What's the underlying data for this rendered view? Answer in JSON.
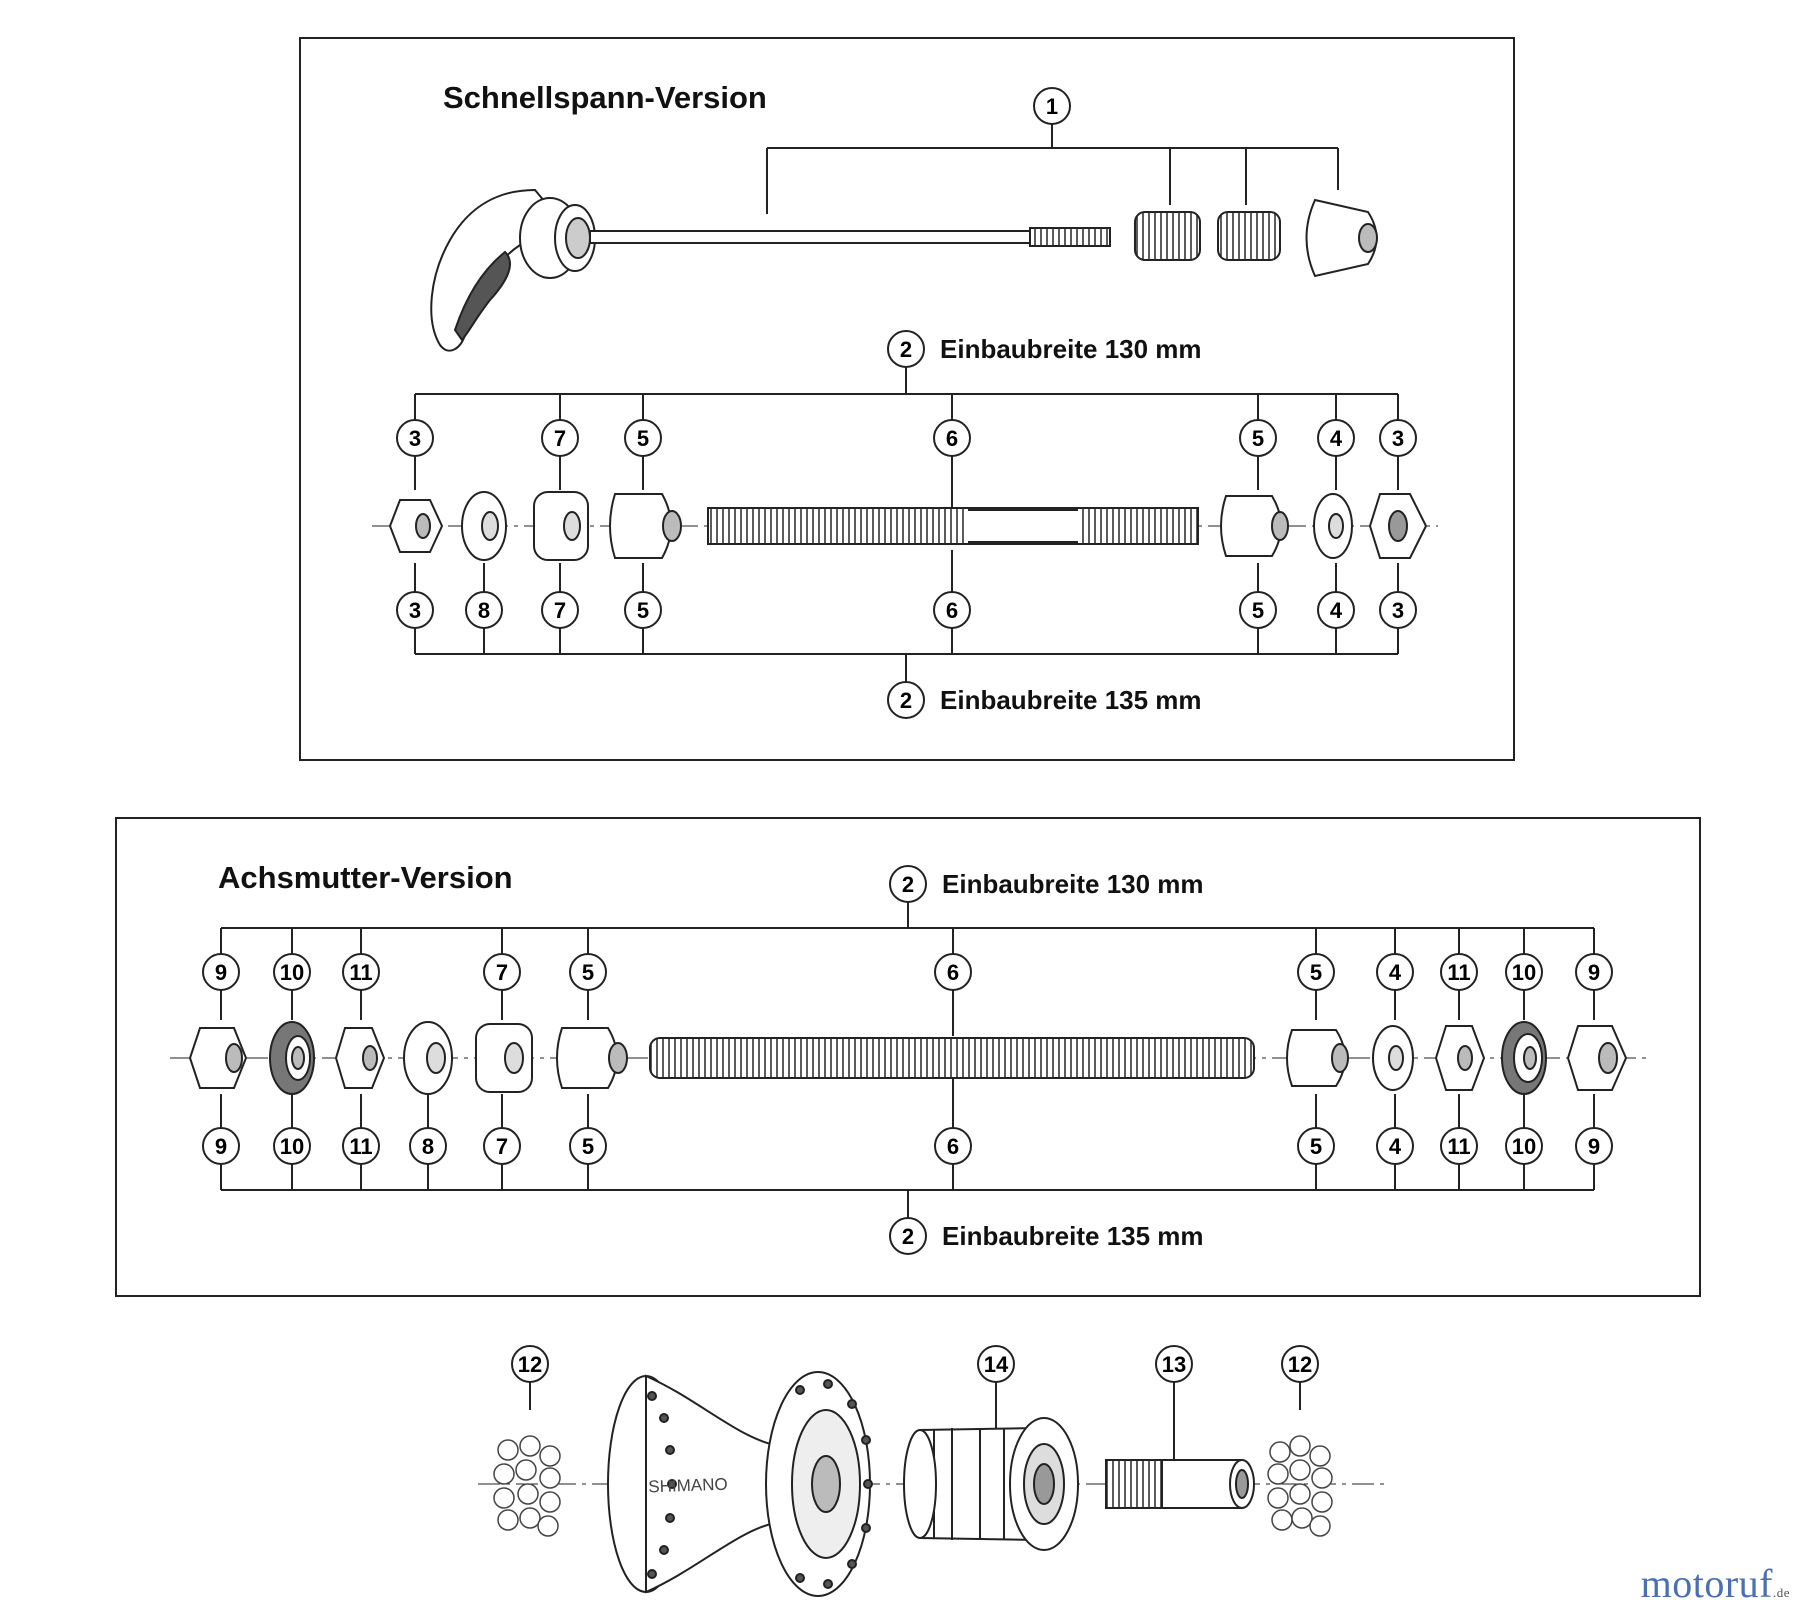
{
  "quick_release": {
    "title": "Schnellspann-Version",
    "callout_1": "1",
    "width_130": {
      "number": "2",
      "text": "Einbaubreite 130 mm"
    },
    "width_135": {
      "number": "2",
      "text": "Einbaubreite 135 mm"
    },
    "top_callouts": [
      "3",
      "7",
      "5",
      "6",
      "5",
      "4",
      "3"
    ],
    "bottom_callouts": [
      "3",
      "8",
      "7",
      "5",
      "6",
      "5",
      "4",
      "3"
    ]
  },
  "nut_version": {
    "title": "Achsmutter-Version",
    "width_130": {
      "number": "2",
      "text": "Einbaubreite 130 mm"
    },
    "width_135": {
      "number": "2",
      "text": "Einbaubreite 135 mm"
    },
    "top_callouts": [
      "9",
      "10",
      "11",
      "7",
      "5",
      "6",
      "5",
      "4",
      "11",
      "10",
      "9"
    ],
    "bottom_callouts": [
      "9",
      "10",
      "11",
      "8",
      "7",
      "5",
      "6",
      "5",
      "4",
      "11",
      "10",
      "9"
    ]
  },
  "hub": {
    "callouts": [
      "12",
      "14",
      "13",
      "12"
    ],
    "brand_label": "SHIMANO"
  },
  "watermark": {
    "name": "motoruf",
    "tld": ".de"
  }
}
